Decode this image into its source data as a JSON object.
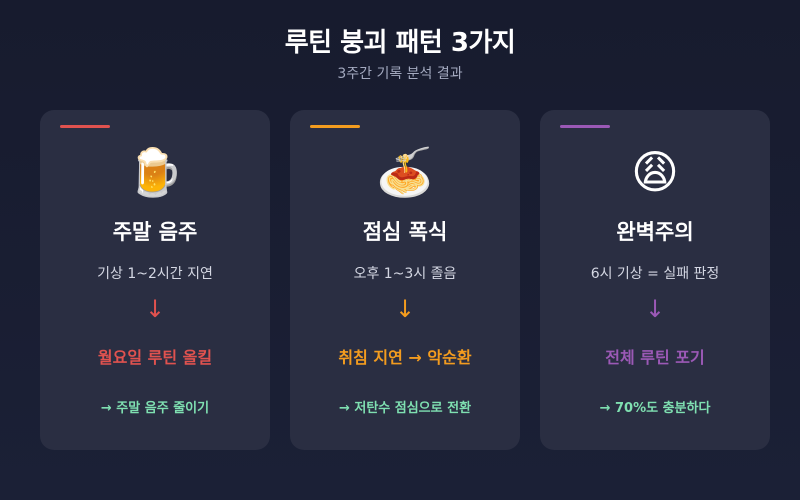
{
  "header": {
    "title": "루틴 붕괴 패턴 3가지",
    "subtitle": "3주간 기록 분석 결과"
  },
  "cards": [
    {
      "accent_color": "#e0524f",
      "emoji": "🍺",
      "icon": "beer-mug-icon",
      "title": "주말 음주",
      "cause": "기상 1~2시간 지연",
      "arrow": "↓",
      "effect": "월요일 루틴 올킬",
      "fix": "→ 주말 음주 줄이기"
    },
    {
      "accent_color": "#f39c1f",
      "emoji": "🍝",
      "icon": "spaghetti-icon",
      "title": "점심 폭식",
      "cause": "오후 1~3시 졸음",
      "arrow": "↓",
      "effect": "취침 지연 → 악순환",
      "fix": "→ 저탄수 점심으로 전환"
    },
    {
      "accent_color": "#9b59b6",
      "emoji": "😩",
      "icon": "weary-face-icon",
      "title": "완벽주의",
      "cause": "6시 기상 = 실패 판정",
      "arrow": "↓",
      "effect": "전체 루틴 포기",
      "fix": "→ 70%도 충분하다"
    }
  ]
}
